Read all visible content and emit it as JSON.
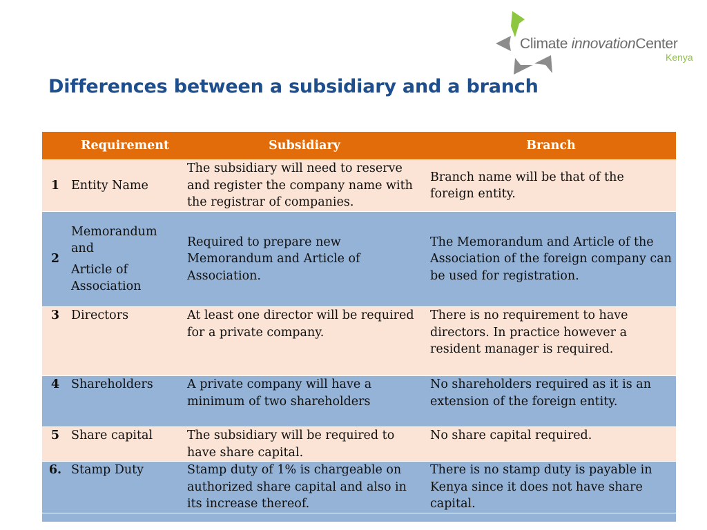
{
  "logo": {
    "word1": "Climate ",
    "word2": "innovation",
    "word3": "Center",
    "subtitle": "Kenya",
    "colors": {
      "green": "#8dc63f",
      "gray": "#7f7f7f"
    }
  },
  "title": "Differences between a subsidiary and a branch",
  "table": {
    "headers": [
      "",
      "Requirement",
      "Subsidiary",
      "Branch"
    ],
    "header_color": "#e36c0a",
    "row_colors": {
      "light": "#fbe4d5",
      "blue": "#95b3d7"
    },
    "rows": [
      {
        "num": "1",
        "requirement_lines": [
          "Entity Name"
        ],
        "subsidiary": "The subsidiary will need to reserve and register the company name with the registrar of companies.",
        "branch": "Branch name will be that of the foreign entity."
      },
      {
        "num": "2",
        "requirement_lines": [
          "Memorandum and",
          "Article of Association"
        ],
        "subsidiary": "Required to prepare new Memorandum and Article of Association.",
        "branch": "The Memorandum and Article of the Association of the foreign company can be used for registration."
      },
      {
        "num": "3",
        "requirement_lines": [
          "Directors"
        ],
        "subsidiary": "At least one director will be required for a private company.",
        "branch": "There is no requirement to have directors.  In practice however a resident manager is required."
      },
      {
        "num": "4",
        "requirement_lines": [
          "Shareholders"
        ],
        "subsidiary": "A private company will have a minimum of two shareholders",
        "branch": "No shareholders required as it is an extension of the foreign entity."
      },
      {
        "num": "5",
        "requirement_lines": [
          "Share capital"
        ],
        "subsidiary": "The subsidiary will be required to have share capital.",
        "branch": "No share capital required."
      },
      {
        "num": "6.",
        "requirement_lines": [
          "Stamp Duty"
        ],
        "subsidiary": "Stamp duty of 1% is chargeable on authorized share capital and also in its increase thereof.",
        "branch": "There is no stamp duty is payable in Kenya since it does not have share capital."
      }
    ]
  }
}
